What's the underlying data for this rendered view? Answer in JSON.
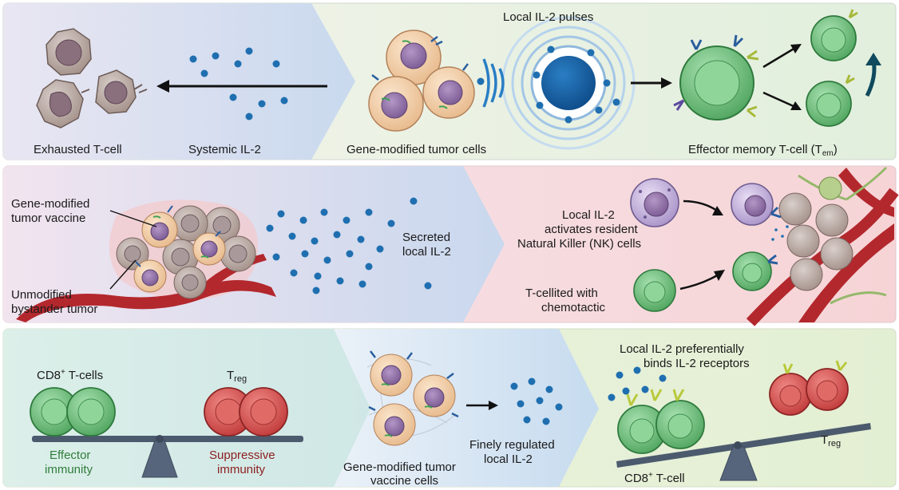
{
  "panel1": {
    "exhausted_label": "Exhausted T-cell",
    "systemic_label": "Systemic IL-2",
    "gene_modified_label": "Gene-modified tumor cells",
    "pulses_label": "Local IL-2 pulses",
    "effector_label_main": "Effector memory T-cell (T",
    "effector_label_sub": "em",
    "effector_label_end": ")"
  },
  "panel2": {
    "vaccine_label_1": "Gene-modified",
    "vaccine_label_2": "tumor vaccine",
    "bystander_label_1": "Unmodified",
    "bystander_label_2": "bystander tumor",
    "secreted_label_1": "Secreted",
    "secreted_label_2": "local IL-2",
    "nk_label_1": "Local IL-2",
    "nk_label_2": "activates resident",
    "nk_label_3": "Natural Killer (NK) cells",
    "tcell_label_1": "T-cellited with",
    "tcell_label_2": "chemotactic"
  },
  "panel3": {
    "cd8_label_main": "CD8",
    "cd8_label_sup": "+",
    "cd8_label_end": " T-cells",
    "treg_main": "T",
    "treg_sub": "reg",
    "effector_1": "Effector",
    "effector_2": "immunity",
    "suppressive_1": "Suppressive",
    "suppressive_2": "immunity",
    "vaccine_cells_1": "Gene-modified tumor",
    "vaccine_cells_2": "vaccine cells",
    "finely_1": "Finely regulated",
    "finely_2": "local IL-2",
    "pref_1": "Local IL-2 preferentially",
    "pref_2": "binds IL-2 receptors",
    "cd8_cell_main": "CD8",
    "cd8_cell_sup": "+",
    "cd8_cell_end": " T-cell",
    "treg2_main": "T",
    "treg2_sub": "reg"
  },
  "colors": {
    "il2_dot": "#1f6fb0",
    "tumor_cell": "#f3d2ae",
    "tcell_green": "#7cc58a",
    "treg_red": "#d95454",
    "nk_purple": "#b9a3d8",
    "vessel_red": "#b3282d"
  }
}
